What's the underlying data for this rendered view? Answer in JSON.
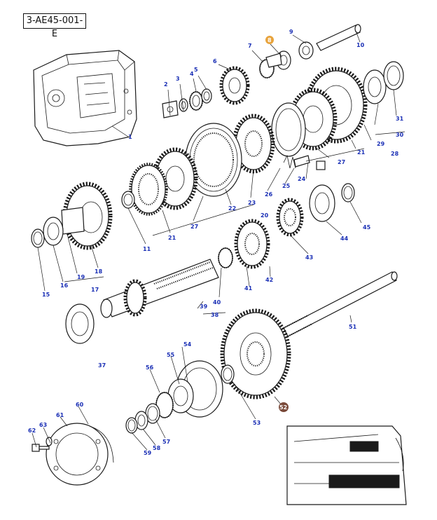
{
  "reference_code": "3-AE45-001-E",
  "labels": [
    {
      "id": "1",
      "text": "1"
    },
    {
      "id": "2",
      "text": "2"
    },
    {
      "id": "3",
      "text": "3"
    },
    {
      "id": "4",
      "text": "4"
    },
    {
      "id": "5",
      "text": "5"
    },
    {
      "id": "6",
      "text": "6"
    },
    {
      "id": "7",
      "text": "7"
    },
    {
      "id": "8",
      "text": "8",
      "highlight": "#e8a33c"
    },
    {
      "id": "9",
      "text": "9"
    },
    {
      "id": "10",
      "text": "10"
    },
    {
      "id": "11",
      "text": "11"
    },
    {
      "id": "15",
      "text": "15"
    },
    {
      "id": "16",
      "text": "16"
    },
    {
      "id": "17",
      "text": "17"
    },
    {
      "id": "18",
      "text": "18"
    },
    {
      "id": "19",
      "text": "19"
    },
    {
      "id": "20",
      "text": "20"
    },
    {
      "id": "21a",
      "text": "21"
    },
    {
      "id": "21b",
      "text": "21"
    },
    {
      "id": "21c",
      "text": "21"
    },
    {
      "id": "22",
      "text": "22"
    },
    {
      "id": "23",
      "text": "23"
    },
    {
      "id": "24",
      "text": "24"
    },
    {
      "id": "25",
      "text": "25"
    },
    {
      "id": "26",
      "text": "26"
    },
    {
      "id": "27a",
      "text": "27"
    },
    {
      "id": "27b",
      "text": "27"
    },
    {
      "id": "28",
      "text": "28"
    },
    {
      "id": "29",
      "text": "29"
    },
    {
      "id": "30",
      "text": "30"
    },
    {
      "id": "31",
      "text": "31"
    },
    {
      "id": "37",
      "text": "37"
    },
    {
      "id": "38",
      "text": "38"
    },
    {
      "id": "39",
      "text": "39"
    },
    {
      "id": "40",
      "text": "40"
    },
    {
      "id": "41",
      "text": "41"
    },
    {
      "id": "42",
      "text": "42"
    },
    {
      "id": "43",
      "text": "43"
    },
    {
      "id": "44",
      "text": "44"
    },
    {
      "id": "45",
      "text": "45"
    },
    {
      "id": "51",
      "text": "51"
    },
    {
      "id": "52",
      "text": "52",
      "highlight": "#7a4a3a"
    },
    {
      "id": "53",
      "text": "53"
    },
    {
      "id": "54",
      "text": "54"
    },
    {
      "id": "55",
      "text": "55"
    },
    {
      "id": "56",
      "text": "56"
    },
    {
      "id": "57",
      "text": "57"
    },
    {
      "id": "58",
      "text": "58"
    },
    {
      "id": "59",
      "text": "59"
    },
    {
      "id": "60",
      "text": "60"
    },
    {
      "id": "61",
      "text": "61"
    },
    {
      "id": "62",
      "text": "62"
    },
    {
      "id": "63",
      "text": "63"
    }
  ]
}
